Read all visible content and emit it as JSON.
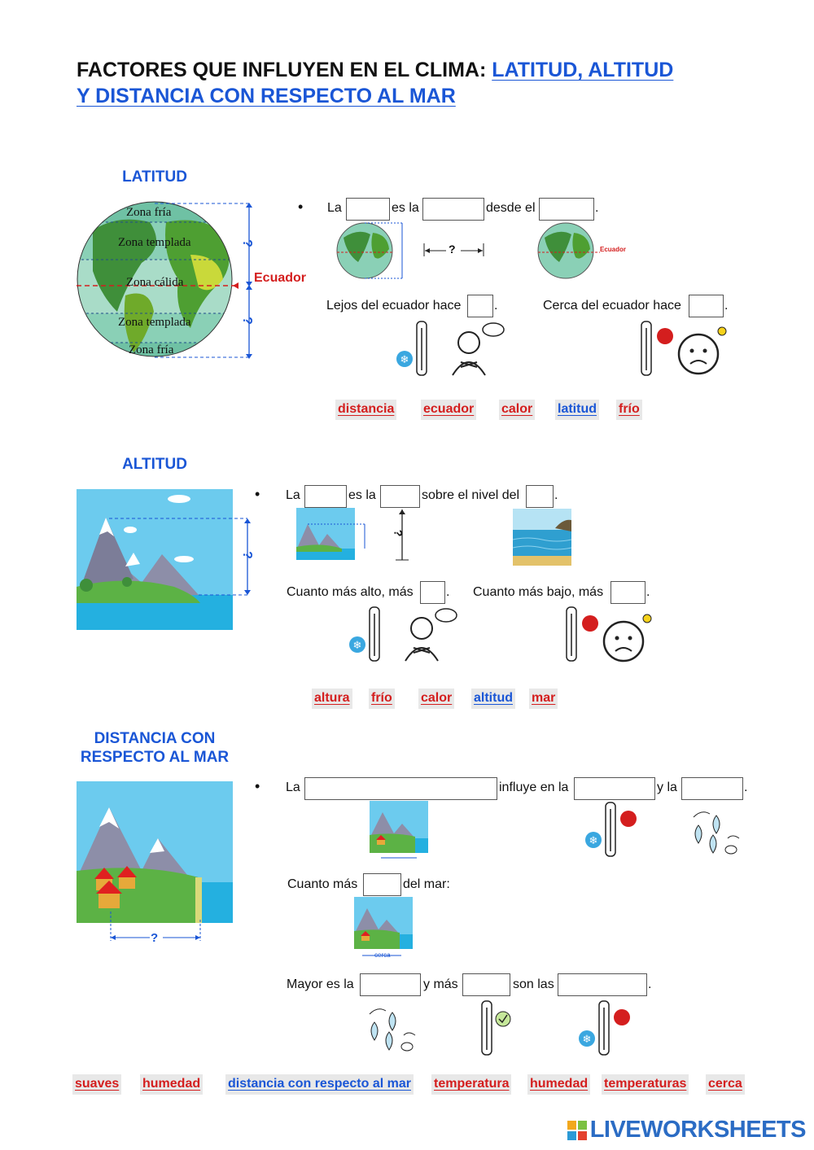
{
  "title": {
    "plain": "FACTORES QUE INFLUYEN EN EL CLIMA: ",
    "link_1": "LATITUD, ALTITUD",
    "link_2": "Y DISTANCIA CON RESPECTO AL MAR"
  },
  "latitud": {
    "heading": "LATITUD",
    "globe": {
      "zone_1": "Zona fría",
      "zone_2": "Zona templada",
      "zone_3": "Zona cálida",
      "zone_4": "Zona templada",
      "zone_5": "Zona fría",
      "equator": "Ecuador",
      "q": "?"
    },
    "sentence": {
      "w1": "La",
      "w2": "es la",
      "w3": "desde el",
      "end": "."
    },
    "mini_equator": "Ecuador",
    "measure_q": "?",
    "far": {
      "text": "Lejos del ecuador hace",
      "end": "."
    },
    "near": {
      "text": "Cerca del ecuador hace",
      "end": "."
    },
    "word_bank": [
      "distancia",
      "ecuador",
      "calor",
      "latitud",
      "frío"
    ]
  },
  "altitud": {
    "heading": "ALTITUD",
    "q": "?",
    "sentence": {
      "w1": "La",
      "w2": "es la",
      "w3": "sobre el nivel del",
      "end": "."
    },
    "high": {
      "text": "Cuanto más alto, más",
      "end": "."
    },
    "low": {
      "text": "Cuanto más bajo, más",
      "end": "."
    },
    "word_bank": [
      "altura",
      "frío",
      "calor",
      "altitud",
      "mar"
    ]
  },
  "distancia": {
    "heading_1": "DISTANCIA CON",
    "heading_2": "RESPECTO AL MAR",
    "q": "?",
    "sentence": {
      "w1": "La",
      "w2": "influye en la",
      "w3": "y la",
      "end": "."
    },
    "closer": {
      "text": "Cuanto más",
      "after": "del mar:"
    },
    "cerca_label": "cerca",
    "mayor": {
      "w1": "Mayor es la",
      "w2": "y más",
      "w3": "son las",
      "end": "."
    },
    "word_bank": [
      "suaves",
      "humedad",
      "distancia con respecto al mar",
      "temperatura",
      "humedad",
      "temperaturas",
      "cerca"
    ]
  },
  "footer": {
    "logo": "LIVEWORKSHEETS"
  },
  "colors": {
    "blue": "#1a56d6",
    "red": "#d41e1e",
    "sea": "#5cc9ec",
    "grass": "#5cb245"
  }
}
